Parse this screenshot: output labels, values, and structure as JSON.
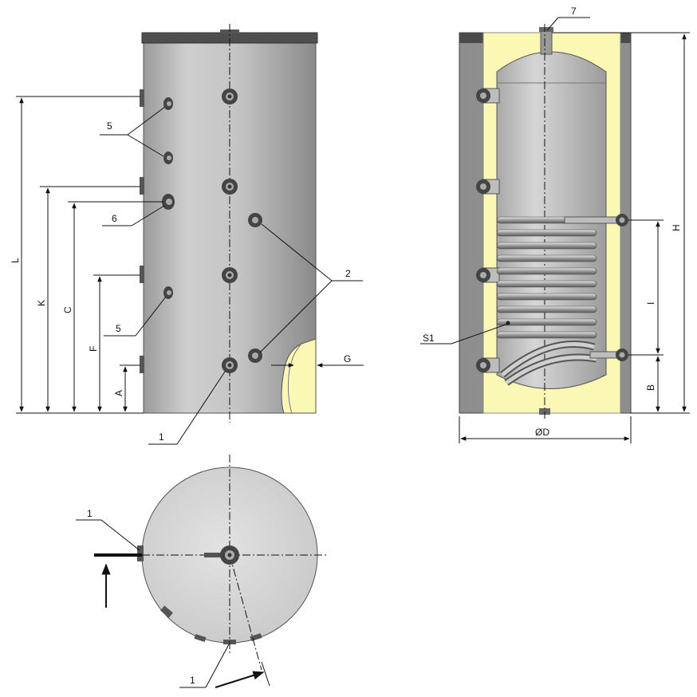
{
  "callouts": {
    "c5a": "5",
    "c6": "6",
    "c5b": "5",
    "c2": "2",
    "c1_front": "1",
    "c7": "7",
    "cS1": "S1",
    "c1_top_a": "1",
    "c1_top_b": "1"
  },
  "dimensions": {
    "L": "L",
    "K": "K",
    "C": "C",
    "F": "F",
    "A": "A",
    "G": "G",
    "H": "H",
    "I": "I",
    "B": "B",
    "D": "ØD"
  },
  "colors": {
    "tank_gray": "#bcbcbc",
    "tank_dark": "#4a4a4a",
    "insulation_yellow": "#fbf7b4",
    "wall_gray": "#8e8e8e",
    "top_view_fill": "#dcdcdc"
  }
}
